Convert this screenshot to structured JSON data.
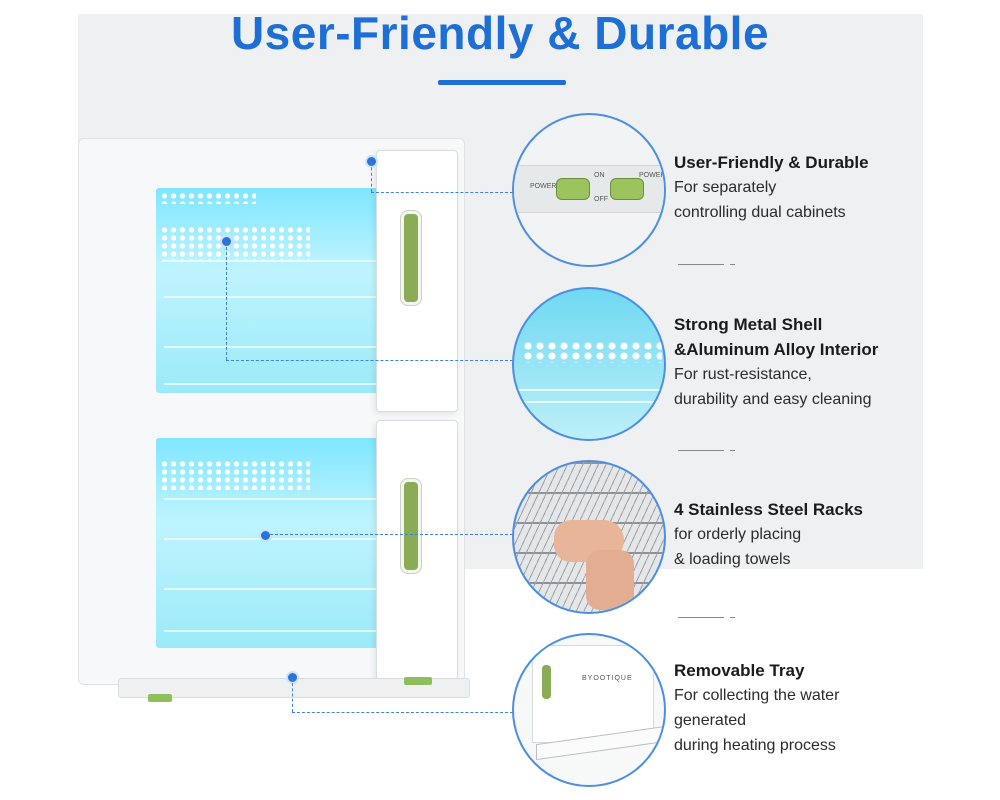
{
  "header": {
    "title": "User-Friendly & Durable",
    "title_color": "#1d6fd6",
    "underline_color": "#1d6fd6"
  },
  "cabinet": {
    "brand_vertical_text": "BYOOTIQUE"
  },
  "features": [
    {
      "title_lines": [
        "User-Friendly & Durable"
      ],
      "desc_lines": [
        "For separately",
        "controlling dual cabinets"
      ],
      "circle_image": "power-switch-closeup"
    },
    {
      "title_lines": [
        "Strong Metal Shell",
        "&Aluminum Alloy Interior"
      ],
      "desc_lines": [
        "For rust-resistance,",
        "durability and easy cleaning"
      ],
      "circle_image": "uv-light-interior-closeup"
    },
    {
      "title_lines": [
        "4 Stainless Steel Racks"
      ],
      "desc_lines": [
        "for orderly placing",
        "& loading towels"
      ],
      "circle_image": "hand-pulling-rack-closeup"
    },
    {
      "title_lines": [
        "Removable Tray"
      ],
      "desc_lines": [
        "For collecting the water",
        "generated",
        "during heating process"
      ],
      "circle_image": "drip-tray-closeup"
    }
  ],
  "switch_labels": {
    "power": "POWER",
    "on": "ON",
    "off": "OFF"
  },
  "colors": {
    "accent": "#1d6fd6",
    "handle_green": "#8aac54",
    "uv_cyan": "#7fe6ff"
  }
}
